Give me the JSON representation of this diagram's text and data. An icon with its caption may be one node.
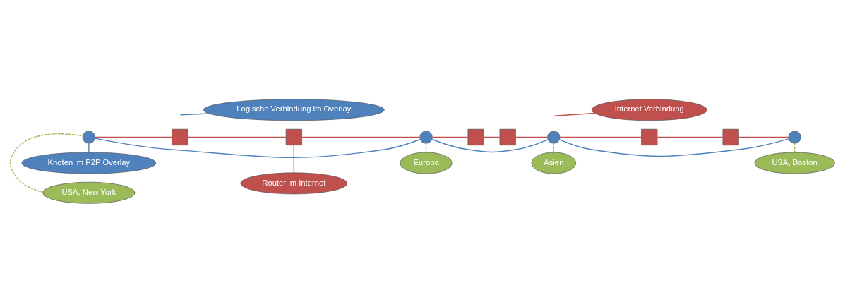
{
  "diagram": {
    "nodes": [
      {
        "text": [],
        "shape": "circle"
      },
      {
        "text": [],
        "shape": "box"
      },
      {
        "text": [],
        "shape": "box"
      },
      {
        "text": [],
        "shape": "circle"
      },
      {
        "text": [],
        "shape": "box"
      },
      {
        "text": [],
        "shape": "box"
      },
      {
        "text": [],
        "shape": "circle"
      },
      {
        "text": [],
        "shape": "box"
      },
      {
        "text": [],
        "shape": "box"
      },
      {
        "text": [],
        "shape": "circle"
      },
      {
        "text": [
          "Knoten im P2P Overlay"
        ]
      },
      {
        "text": [
          "Logische Verbindung im Overlay"
        ]
      },
      {
        "text": [
          "USA, New York"
        ]
      },
      {
        "text": [
          "Router im Internet"
        ]
      },
      {
        "text": [
          "Europa"
        ]
      },
      {
        "text": [
          "Internet Verbindung"
        ]
      },
      {
        "text": [
          "Asien"
        ]
      },
      {
        "text": [
          "USA, Boston"
        ]
      }
    ],
    "edges": [
      {
        "from": 0,
        "to": 1,
        "arrow": "none"
      },
      {
        "from": 1,
        "to": 2,
        "arrow": "none"
      },
      {
        "from": 2,
        "to": 3,
        "arrow": "none"
      },
      {
        "from": 3,
        "to": 4,
        "arrow": "none"
      },
      {
        "from": 4,
        "to": 5,
        "arrow": "none"
      },
      {
        "from": 5,
        "to": 6,
        "arrow": "none"
      },
      {
        "from": 6,
        "to": 7,
        "arrow": "none"
      },
      {
        "from": 7,
        "to": 8,
        "arrow": "none"
      },
      {
        "from": 8,
        "to": 9,
        "arrow": "none"
      },
      {
        "from": 0,
        "to": 3,
        "arrow": "none",
        "color": "#4f81bd"
      },
      {
        "from": 3,
        "to": 6,
        "arrow": "none",
        "color": "#4f81bd"
      },
      {
        "from": 6,
        "to": 9,
        "arrow": "none",
        "color": "#4f81bd"
      },
      {
        "from": 10,
        "to": 0,
        "arrow": "none",
        "color": "#4f81bd"
      },
      {
        "from": 11,
        "to": null,
        "arrow": "none",
        "color": "#4f81bd"
      },
      {
        "from": 12,
        "to": 0,
        "arrow": "none",
        "style": "dashed",
        "color": "#9bbb59"
      },
      {
        "from": 13,
        "to": 2,
        "arrow": "none"
      },
      {
        "from": 14,
        "to": 3,
        "arrow": "none",
        "style": "dashed",
        "color": "#9bbb59"
      },
      {
        "from": 15,
        "to": null,
        "arrow": "none"
      },
      {
        "from": 16,
        "to": 6,
        "arrow": "none",
        "style": "dashed",
        "color": "#9bbb59"
      },
      {
        "from": 17,
        "to": 9,
        "arrow": "none",
        "style": "dashed",
        "color": "#9bbb59"
      }
    ]
  }
}
